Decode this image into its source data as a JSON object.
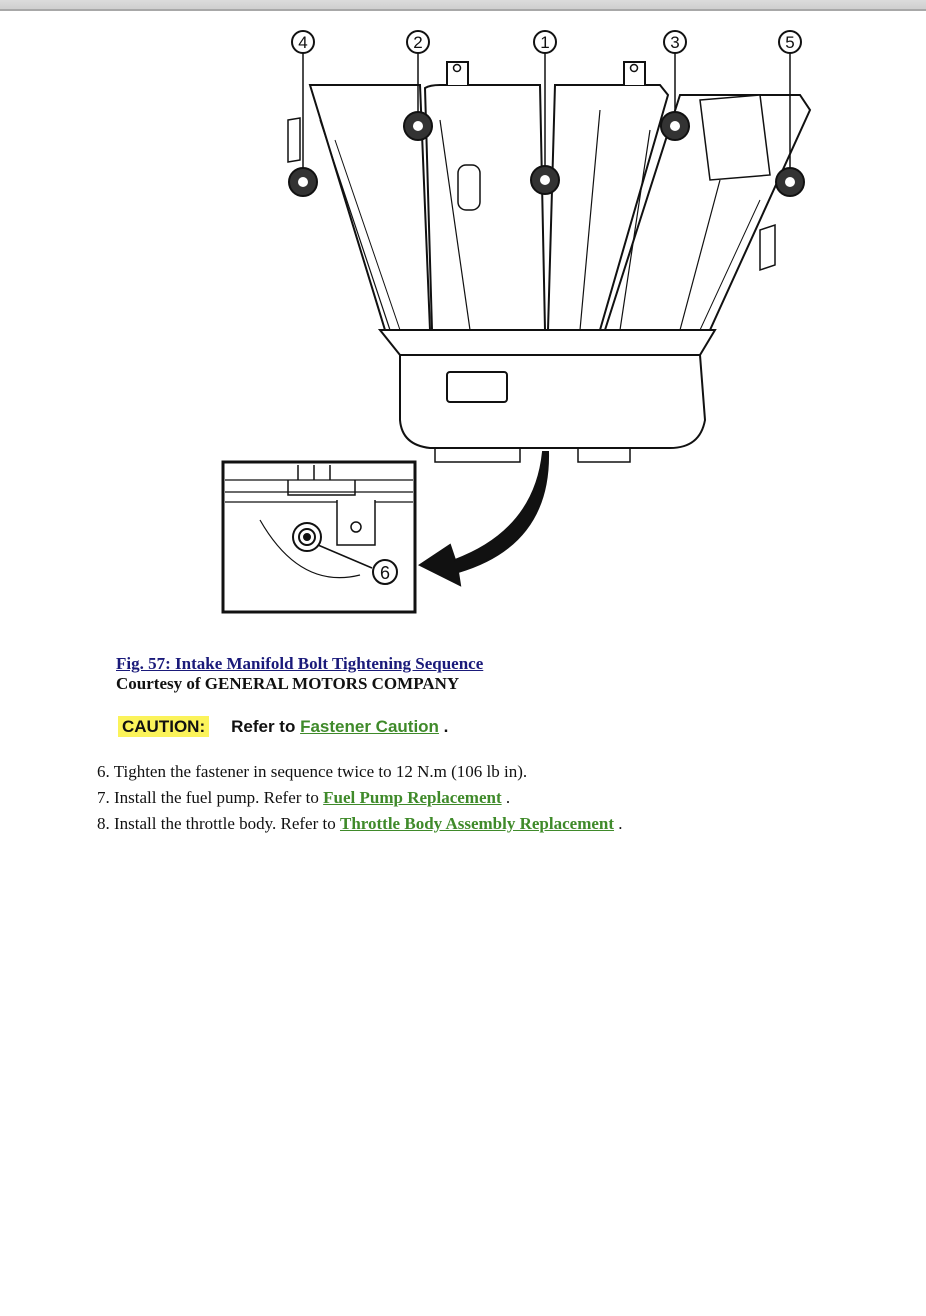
{
  "figure": {
    "callouts": [
      "1",
      "2",
      "3",
      "4",
      "5",
      "6"
    ],
    "caption_link": "Fig. 57: Intake Manifold Bolt Tightening Sequence",
    "courtesy": "Courtesy of GENERAL MOTORS COMPANY"
  },
  "caution": {
    "label": "CAUTION:",
    "text": "Refer to",
    "link": "Fastener Caution",
    "end": "."
  },
  "steps": [
    {
      "num": "6.",
      "text": "Tighten the fastener in sequence twice to 12 N.m (106 lb in).",
      "link": "",
      "end": ""
    },
    {
      "num": "7.",
      "text": "Install the fuel pump. Refer to",
      "link": "Fuel Pump Replacement",
      "end": "."
    },
    {
      "num": "8.",
      "text": "Install the throttle body. Refer to",
      "link": "Throttle Body Assembly Replacement",
      "end": "."
    }
  ]
}
